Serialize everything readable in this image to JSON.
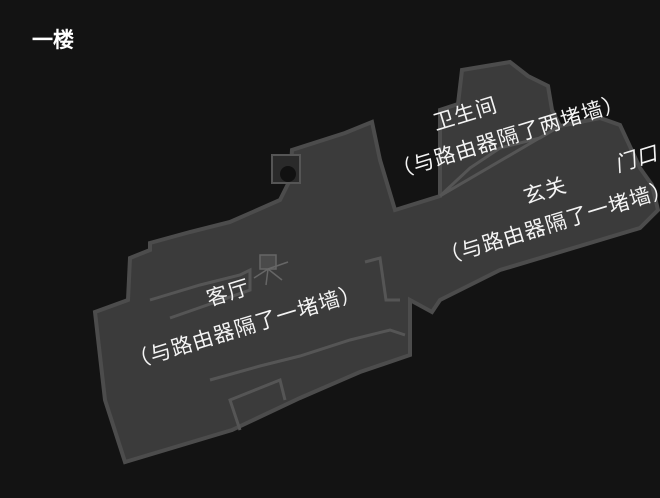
{
  "floor_label": "一楼",
  "rooms": [
    {
      "name": "客厅",
      "note": "（与路由器隔了一堵墙）"
    },
    {
      "name": "卫生间",
      "note": "（与路由器隔了两堵墙）"
    },
    {
      "name": "玄关",
      "note": "（与路由器隔了一堵墙）"
    }
  ],
  "entrance_label": "门口",
  "colors": {
    "background": "#131313",
    "floor": "#3b3b3b",
    "wall": "#4c4c4c",
    "text": "#f4f4f4"
  }
}
